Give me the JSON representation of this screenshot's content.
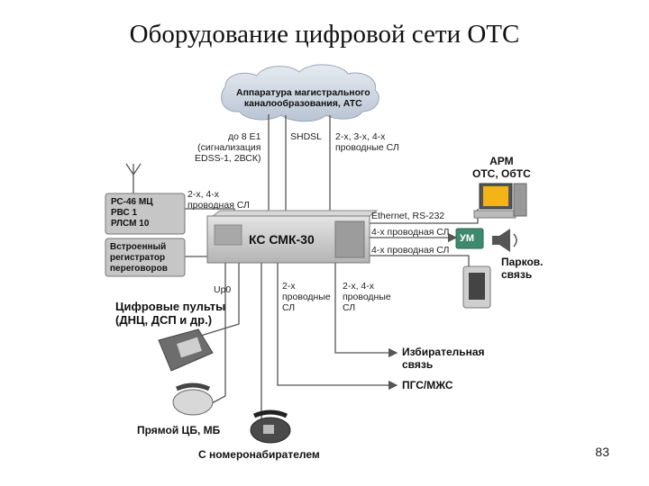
{
  "title": "Оборудование цифровой сети ОТС",
  "page_number": "83",
  "nodes": {
    "cloud": "Аппаратура магистрального\nканалообразования, АТС",
    "radio": "РС-46 МЦ\nРВС 1\nРЛСМ 10",
    "recorder": "Встроенный\nрегистратор\nпереговоров",
    "kc": "КС СМК-30",
    "arm": "АРМ\nОТС, ОбТС",
    "um": "УМ",
    "park": "Парков.\nсвязь",
    "pults": "Цифровые пульты\n(ДНЦ, ДСП и др.)",
    "izbir": "Избирательная\nсвязь",
    "pgs": "ПГС/МЖС",
    "direct": "Прямой ЦБ, МБ",
    "dialer": "С номеронабирателем"
  },
  "links": {
    "e1": "до 8 Е1\n(сигнализация\nEDSS-1, 2ВСК)",
    "shdsl": "SHDSL",
    "wire234_top": "2-х, 3-х, 4-х\nпроводные СЛ",
    "wire24_radio": "2-х, 4-х\nпроводная СЛ",
    "ethernet": "Ethernet, RS-232",
    "wire4_um": "4-х проводная СЛ",
    "wire4_park": "4-х проводная СЛ",
    "up0": "Up0",
    "wire2": "2-х\nпроводные\nСЛ",
    "wire24_bottom": "2-х, 4-х\nпроводные\nСЛ"
  },
  "colors": {
    "line": "#555555",
    "cloud_fill": "#cfd7e2",
    "box_fill": "#c8c8c8",
    "um_fill": "#3e8a6e",
    "device_fill": "#d6d6d6"
  }
}
